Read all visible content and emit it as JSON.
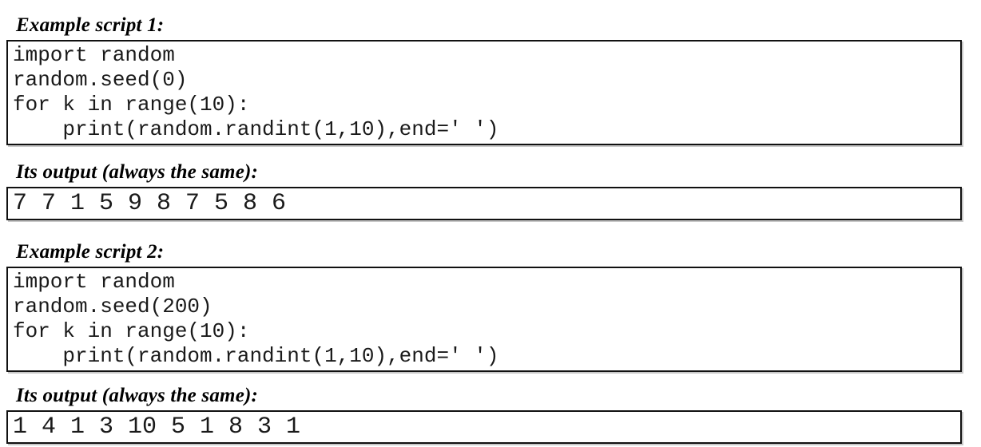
{
  "document": {
    "colors": {
      "background": "#ffffff",
      "heading_text": "#000000",
      "code_text": "#1a1a1a",
      "box_border": "#111111",
      "box_shadow": "#c8c8c8"
    },
    "sections": [
      {
        "heading": "Example script 1:",
        "kind": "code",
        "lines": [
          "import random",
          "random.seed(0)",
          "for k in range(10):",
          "    print(random.randint(1,10),end=' ')"
        ]
      },
      {
        "heading": "Its output (always the same):",
        "kind": "output",
        "lines": [
          "7 7 1 5 9 8 7 5 8 6"
        ]
      },
      {
        "heading": "Example script 2:",
        "kind": "code",
        "lines": [
          "import random",
          "random.seed(200)",
          "for k in range(10):",
          "    print(random.randint(1,10),end=' ')"
        ]
      },
      {
        "heading": "Its output (always the same):",
        "kind": "output",
        "lines": [
          "1 4 1 3 10 5 1 8 3 1"
        ]
      }
    ]
  }
}
